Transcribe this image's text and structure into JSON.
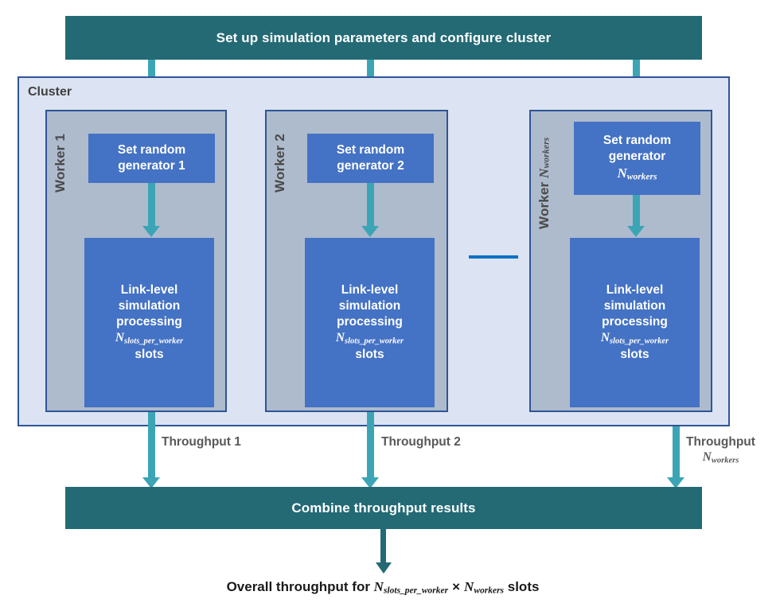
{
  "diagram": {
    "title_bar": {
      "label": "Set up simulation parameters and configure cluster"
    },
    "cluster": {
      "label": "Cluster",
      "workers": [
        {
          "label": "Worker 1",
          "generator": {
            "line1": "Set random",
            "line2": "generator 1"
          },
          "processing": {
            "line1": "Link-level",
            "line2": "simulation",
            "line3": "processing",
            "var_symbol": "N",
            "var_subscript": "slots_per_worker",
            "line5": "slots"
          },
          "throughput_label": {
            "line1": "Throughput 1",
            "line2": ""
          }
        },
        {
          "label": "Worker 2",
          "generator": {
            "line1": "Set random",
            "line2": "generator 2"
          },
          "processing": {
            "line1": "Link-level",
            "line2": "simulation",
            "line3": "processing",
            "var_symbol": "N",
            "var_subscript": "slots_per_worker",
            "line5": "slots"
          },
          "throughput_label": {
            "line1": "Throughput 2",
            "line2": ""
          }
        },
        {
          "label_prefix": "Worker ",
          "label_var_symbol": "N",
          "label_var_subscript": "workers",
          "generator": {
            "line1": "Set random",
            "line2": "generator",
            "var_symbol": "N",
            "var_subscript": "workers"
          },
          "processing": {
            "line1": "Link-level",
            "line2": "simulation",
            "line3": "processing",
            "var_symbol": "N",
            "var_subscript": "slots_per_worker",
            "line5": "slots"
          },
          "throughput_label": {
            "line1": "Throughput",
            "var_symbol": "N",
            "var_subscript": "workers"
          }
        }
      ],
      "ellipsis": "dashed-separator"
    },
    "combine_bar": {
      "label": "Combine throughput results"
    },
    "result_caption": {
      "prefix": "Overall throughput for ",
      "var1_symbol": "N",
      "var1_subscript": "slots_per_worker",
      "operator": "×",
      "var2_symbol": "N",
      "var2_subscript": "workers",
      "suffix": " slots"
    },
    "colors": {
      "dark_teal": "#236A75",
      "light_teal_arrow": "#3CA5B5",
      "blue_box": "#4472C4",
      "cluster_bg": "#DCE3F2",
      "cluster_border": "#2E5597",
      "worker_bg": "#AEBBCD",
      "worker_border": "#2E5597",
      "dash_blue": "#0B72C4",
      "label_gray": "#595959",
      "caption_black": "#1A1A1A"
    }
  }
}
